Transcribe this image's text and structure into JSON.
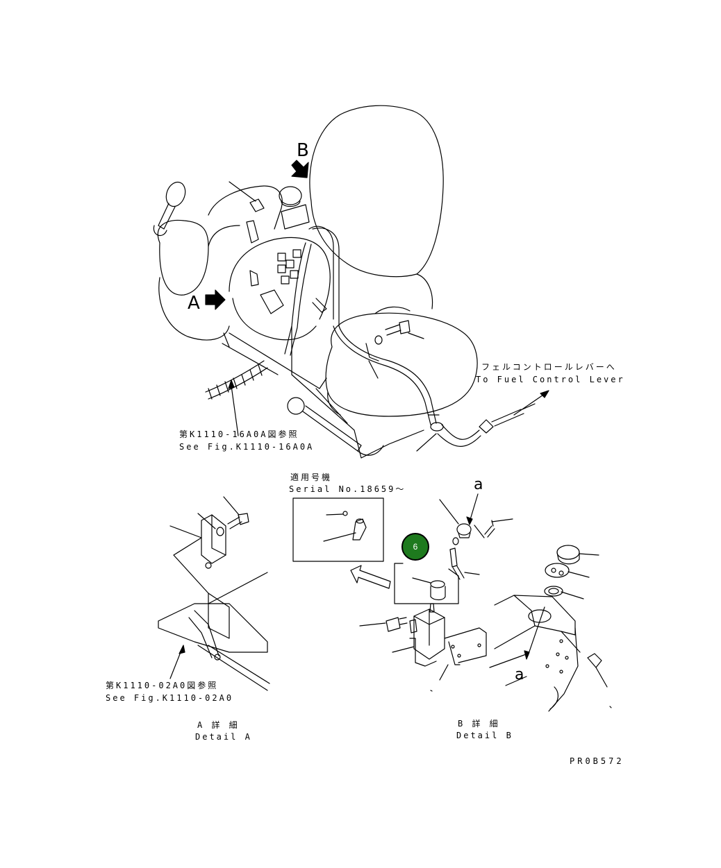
{
  "view_letters": {
    "view_a": "A",
    "view_b": "B",
    "lower_a_top": "a",
    "lower_a_bottom": "a"
  },
  "fuel_note": {
    "jp": "フェルコントロールレバーへ",
    "en": "To Fuel Control Lever"
  },
  "ref_fig_top": {
    "jp": "第K1110-16A0A図参照",
    "en": "See Fig.K1110-16A0A"
  },
  "serial_note": {
    "jp": "適用号機",
    "en": "Serial No.18659～"
  },
  "ref_fig_bottom": {
    "jp": "第K1110-02A0図参照",
    "en": "See Fig.K1110-02A0"
  },
  "detail_a": {
    "jp": "A 詳 細",
    "en": "Detail A"
  },
  "detail_b": {
    "jp": "B 詳 細",
    "en": "Detail B"
  },
  "callout": {
    "number": "6",
    "color": "#1e7a1e"
  },
  "drawing_code": "PR0B572"
}
